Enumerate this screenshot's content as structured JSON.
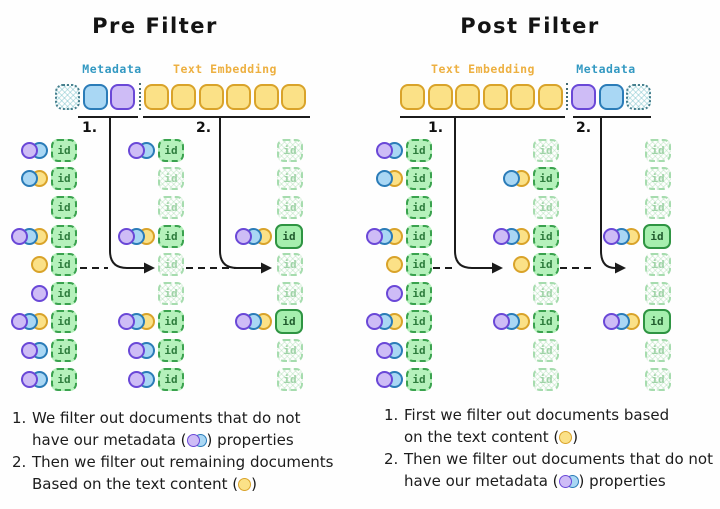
{
  "id_label": "id",
  "colors": {
    "metadata_label": "#3399c2",
    "embedding_label": "#edb041",
    "purple_fill": "#cebcf6",
    "purple_stroke": "#6a48d7",
    "blue_fill": "#a9d7f4",
    "blue_stroke": "#2b7cb8",
    "yellow_fill": "#fbe187",
    "yellow_stroke": "#d9a32a",
    "green_fill": "#b5f1bb",
    "green_stroke": "#3aa24e",
    "selected_green_stroke": "#2e9442",
    "hatched_teal": "#477f8d",
    "line_black": "#1b1b1b"
  },
  "panels": [
    {
      "title": "Pre Filter",
      "labels": {
        "metadata": "Metadata",
        "embedding": "Text Embedding"
      },
      "vector": [
        "hatched",
        "blue",
        "purple",
        "divider",
        "yellow",
        "yellow",
        "yellow",
        "yellow",
        "yellow",
        "yellow"
      ],
      "steps": [
        "1.",
        "2."
      ],
      "columns": [
        {
          "rows": [
            {
              "circles": [
                "purple",
                "blue"
              ],
              "state": "normal"
            },
            {
              "circles": [
                "blue",
                "yellow"
              ],
              "state": "normal"
            },
            {
              "circles": [],
              "state": "normal"
            },
            {
              "circles": [
                "purple",
                "blue",
                "yellow"
              ],
              "state": "normal"
            },
            {
              "circles": [
                "yellow"
              ],
              "state": "normal"
            },
            {
              "circles": [
                "purple"
              ],
              "state": "normal"
            },
            {
              "circles": [
                "purple",
                "blue",
                "yellow"
              ],
              "state": "normal"
            },
            {
              "circles": [
                "purple",
                "blue"
              ],
              "state": "normal"
            },
            {
              "circles": [
                "purple",
                "blue"
              ],
              "state": "normal"
            }
          ]
        },
        {
          "rows": [
            {
              "circles": [
                "purple",
                "blue"
              ],
              "state": "normal"
            },
            {
              "circles": [],
              "state": "faded"
            },
            {
              "circles": [],
              "state": "faded"
            },
            {
              "circles": [
                "purple",
                "blue",
                "yellow"
              ],
              "state": "normal"
            },
            {
              "circles": [],
              "state": "faded"
            },
            {
              "circles": [],
              "state": "faded"
            },
            {
              "circles": [
                "purple",
                "blue",
                "yellow"
              ],
              "state": "normal"
            },
            {
              "circles": [
                "purple",
                "blue"
              ],
              "state": "normal"
            },
            {
              "circles": [
                "purple",
                "blue"
              ],
              "state": "normal"
            }
          ]
        },
        {
          "rows": [
            {
              "circles": [],
              "state": "faded"
            },
            {
              "circles": [],
              "state": "faded"
            },
            {
              "circles": [],
              "state": "faded"
            },
            {
              "circles": [
                "purple",
                "blue",
                "yellow"
              ],
              "state": "selected"
            },
            {
              "circles": [],
              "state": "faded"
            },
            {
              "circles": [],
              "state": "faded"
            },
            {
              "circles": [
                "purple",
                "blue",
                "yellow"
              ],
              "state": "selected"
            },
            {
              "circles": [],
              "state": "faded"
            },
            {
              "circles": [],
              "state": "faded"
            }
          ]
        }
      ],
      "notes": [
        {
          "num": "1.",
          "line1": "We filter out documents that do not",
          "line2_pre": "have our metadata (",
          "icon": "metadata",
          "line2_post": ") properties"
        },
        {
          "num": "2.",
          "line1": "Then we filter out remaining documents",
          "line2_pre": "Based on the text content (",
          "icon": "text",
          "line2_post": ")"
        }
      ]
    },
    {
      "title": "Post Filter",
      "labels": {
        "metadata": "Metadata",
        "embedding": "Text Embedding"
      },
      "vector": [
        "yellow",
        "yellow",
        "yellow",
        "yellow",
        "yellow",
        "yellow",
        "divider",
        "purple",
        "blue",
        "hatched"
      ],
      "steps": [
        "1.",
        "2."
      ],
      "columns": [
        {
          "rows": [
            {
              "circles": [
                "purple",
                "blue"
              ],
              "state": "normal"
            },
            {
              "circles": [
                "blue",
                "yellow"
              ],
              "state": "normal"
            },
            {
              "circles": [],
              "state": "normal"
            },
            {
              "circles": [
                "purple",
                "blue",
                "yellow"
              ],
              "state": "normal"
            },
            {
              "circles": [
                "yellow"
              ],
              "state": "normal"
            },
            {
              "circles": [
                "purple"
              ],
              "state": "normal"
            },
            {
              "circles": [
                "purple",
                "blue",
                "yellow"
              ],
              "state": "normal"
            },
            {
              "circles": [
                "purple",
                "blue"
              ],
              "state": "normal"
            },
            {
              "circles": [
                "purple",
                "blue"
              ],
              "state": "normal"
            }
          ]
        },
        {
          "rows": [
            {
              "circles": [],
              "state": "faded"
            },
            {
              "circles": [
                "blue",
                "yellow"
              ],
              "state": "normal"
            },
            {
              "circles": [],
              "state": "faded"
            },
            {
              "circles": [
                "purple",
                "blue",
                "yellow"
              ],
              "state": "normal"
            },
            {
              "circles": [
                "yellow"
              ],
              "state": "normal"
            },
            {
              "circles": [],
              "state": "faded"
            },
            {
              "circles": [
                "purple",
                "blue",
                "yellow"
              ],
              "state": "normal"
            },
            {
              "circles": [],
              "state": "faded"
            },
            {
              "circles": [],
              "state": "faded"
            }
          ]
        },
        {
          "rows": [
            {
              "circles": [],
              "state": "faded"
            },
            {
              "circles": [],
              "state": "faded"
            },
            {
              "circles": [],
              "state": "faded"
            },
            {
              "circles": [
                "purple",
                "blue",
                "yellow"
              ],
              "state": "selected"
            },
            {
              "circles": [],
              "state": "faded"
            },
            {
              "circles": [],
              "state": "faded"
            },
            {
              "circles": [
                "purple",
                "blue",
                "yellow"
              ],
              "state": "selected"
            },
            {
              "circles": [],
              "state": "faded"
            },
            {
              "circles": [],
              "state": "faded"
            }
          ]
        }
      ],
      "notes": [
        {
          "num": "1.",
          "line1": "First we filter out documents based",
          "line2_pre": "on the text content (",
          "icon": "text",
          "line2_post": ")"
        },
        {
          "num": "2.",
          "line1": "Then we filter out documents that do not",
          "line2_pre": "have our metadata (",
          "icon": "metadata",
          "line2_post": ") properties"
        }
      ]
    }
  ]
}
